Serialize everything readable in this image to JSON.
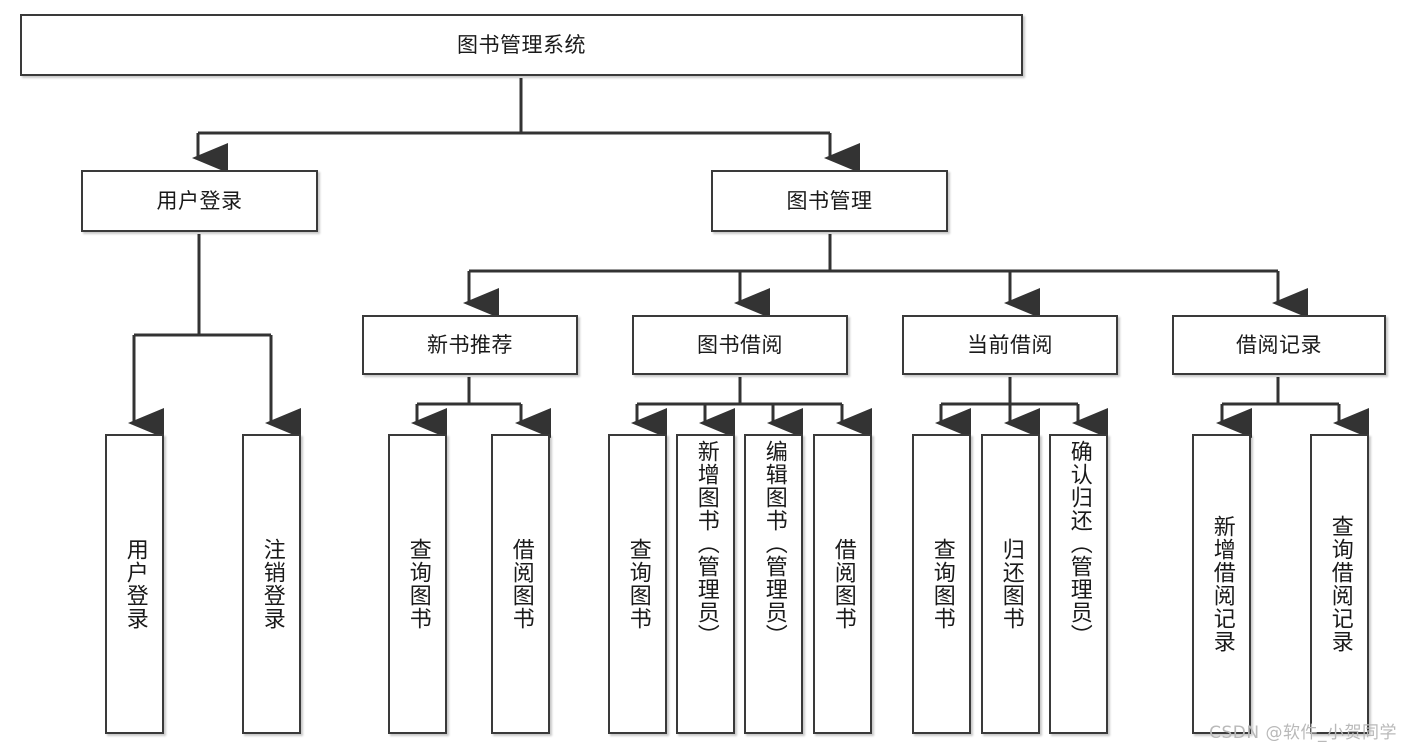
{
  "diagram": {
    "type": "tree-hierarchy",
    "title": "图书管理系统",
    "root": {
      "label": "图书管理系统"
    },
    "level1": [
      {
        "label": "用户登录"
      },
      {
        "label": "图书管理"
      }
    ],
    "level2": [
      {
        "label": "新书推荐",
        "parent": "图书管理"
      },
      {
        "label": "图书借阅",
        "parent": "图书管理"
      },
      {
        "label": "当前借阅",
        "parent": "图书管理"
      },
      {
        "label": "借阅记录",
        "parent": "图书管理"
      }
    ],
    "leaves": {
      "user_login": [
        {
          "label": "用户登录"
        },
        {
          "label": "注销登录"
        }
      ],
      "new_book_recommend": [
        {
          "label": "查询图书"
        },
        {
          "label": "借阅图书"
        }
      ],
      "book_borrow": [
        {
          "label": "查询图书"
        },
        {
          "label": "新增图书（管理员）"
        },
        {
          "label": "编辑图书（管理员）"
        },
        {
          "label": "借阅图书"
        }
      ],
      "current_borrow": [
        {
          "label": "查询图书"
        },
        {
          "label": "归还图书"
        },
        {
          "label": "确认归还（管理员）"
        }
      ],
      "borrow_record": [
        {
          "label": "新增借阅记录"
        },
        {
          "label": "查询借阅记录"
        }
      ]
    }
  },
  "watermark": {
    "text": "CSDN @软件_小贺同学"
  },
  "colors": {
    "box_border": "#3a3a3a",
    "box_fill": "#ffffff",
    "text": "#1a1a1a",
    "connector": "#333333",
    "watermark": "#b9b9b9",
    "background": "#ffffff"
  }
}
